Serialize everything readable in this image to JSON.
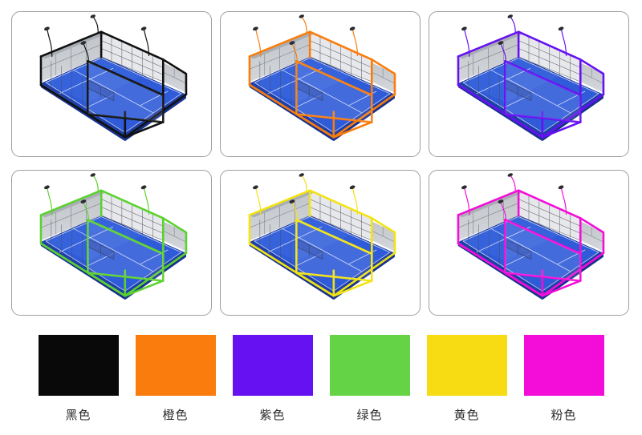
{
  "gallery": {
    "panels": [
      {
        "name": "padel-court-black",
        "frame_color": "#111111",
        "color_label": "黑色"
      },
      {
        "name": "padel-court-orange",
        "frame_color": "#F97C0C",
        "color_label": "橙色"
      },
      {
        "name": "padel-court-purple",
        "frame_color": "#6611F2",
        "color_label": "紫色"
      },
      {
        "name": "padel-court-green",
        "frame_color": "#5BD22F",
        "color_label": "绿色"
      },
      {
        "name": "padel-court-yellow",
        "frame_color": "#F2E312",
        "color_label": "黄色"
      },
      {
        "name": "padel-court-pink",
        "frame_color": "#F40DD9",
        "color_label": "粉色"
      }
    ]
  },
  "swatches": [
    {
      "label": "黑色",
      "color": "#090909"
    },
    {
      "label": "橙色",
      "color": "#F97C0C"
    },
    {
      "label": "紫色",
      "color": "#6611F2"
    },
    {
      "label": "绿色",
      "color": "#64D446"
    },
    {
      "label": "黄色",
      "color": "#F7DB13"
    },
    {
      "label": "粉色",
      "color": "#F40DD9"
    }
  ],
  "scene_colors": {
    "court_surface": "#2F5BD8",
    "court_surface_far": "#3D6AE0",
    "court_base": "#1F3FA8",
    "court_line": "#E8EEFF",
    "glass_wall": "#C9CDD2",
    "glass_wall_dark": "#B3B8BE",
    "mesh_line": "#4A4A52",
    "post": "#2B2B30",
    "card_border": "#9E9E9E",
    "background": "#FFFFFF"
  }
}
